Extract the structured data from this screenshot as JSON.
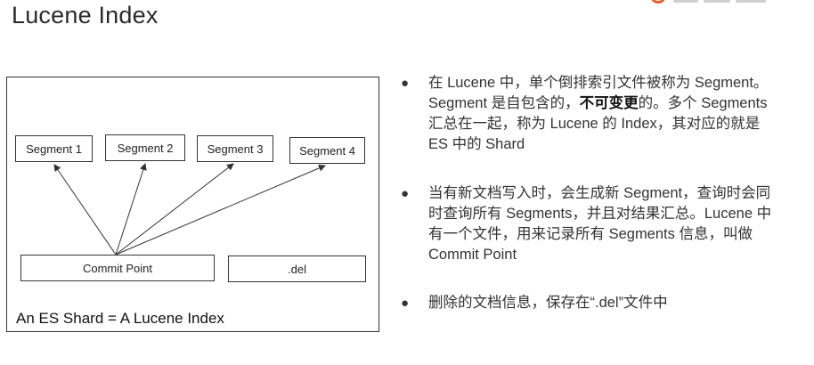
{
  "page_title": "Lucene Index",
  "diagram": {
    "segments": [
      "Segment 1",
      "Segment 2",
      "Segment 3",
      "Segment 4"
    ],
    "commit_point_label": "Commit Point",
    "del_label": ".del",
    "shard_caption": "An ES Shard = A Lucene Index"
  },
  "bullets": [
    {
      "dot": "●",
      "before": "在 Lucene 中，单个倒排索引文件被称为 Segment。Segment 是自包含的，",
      "bold": "不可变更",
      "after": "的。多个 Segments 汇总在一起，称为 Lucene 的 Index，其对应的就是 ES 中的 Shard"
    },
    {
      "dot": "●",
      "before": "当有新文档写入时，会生成新 Segment，查询时会同时查询所有 Segments，并且对结果汇总。Lucene 中有一个文件，用来记录所有 Segments 信息，叫做 Commit Point",
      "bold": "",
      "after": ""
    },
    {
      "dot": "●",
      "before": "删除的文档信息，保存在“.del”文件中",
      "bold": "",
      "after": ""
    }
  ],
  "colors": {
    "logo_accent": "#e8612c",
    "line": "#333333"
  }
}
